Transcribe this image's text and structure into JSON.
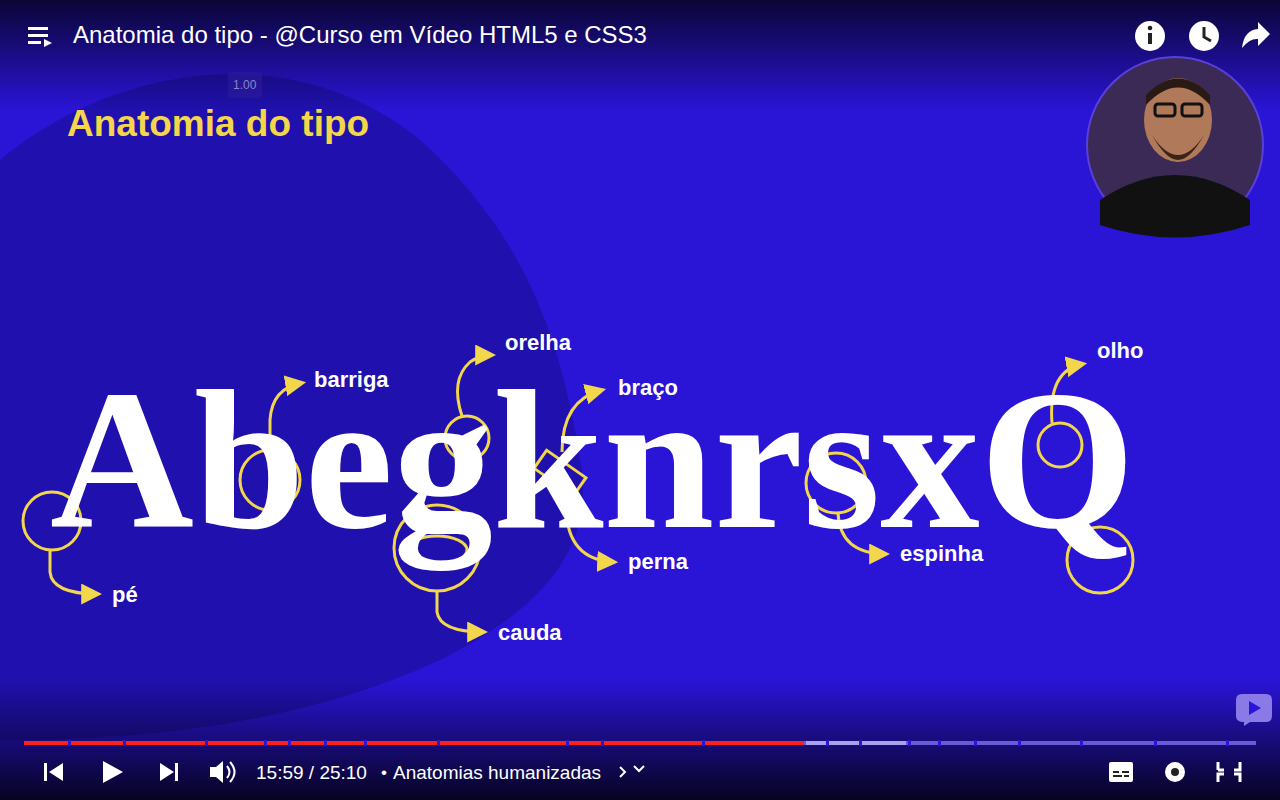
{
  "diagram": {
    "title": "Anatomia do tipo",
    "labels": [
      "Anatomia do tipo - @Curso em Vídeo HTML5 e CSS3",
      "1.00",
      "AbegknrsxQ",
      "barriga",
      "orelha",
      "braço",
      "olho",
      "pé",
      "cauda",
      "perna",
      "espinha",
      "15:59 / 25:10",
      "•",
      "Anatomias humanizadas"
    ]
  }
}
